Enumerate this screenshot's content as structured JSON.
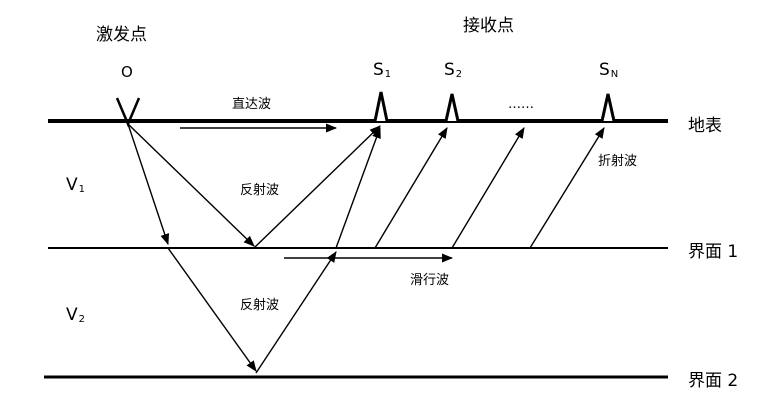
{
  "labels": {
    "source_title": "激发点",
    "receiver_title": "接收点",
    "source_mark": "O",
    "receivers": [
      {
        "main": "S",
        "sub": "1"
      },
      {
        "main": "S",
        "sub": "2"
      },
      {
        "main": "S",
        "sub": "N"
      }
    ],
    "ellipsis": "……",
    "surface": "地表",
    "interface1": "界面 1",
    "interface2": "界面 2",
    "layer1": {
      "main": "V",
      "sub": "1"
    },
    "layer2": {
      "main": "V",
      "sub": "2"
    },
    "direct_wave": "直达波",
    "reflected_wave_1": "反射波",
    "reflected_wave_2": "反射波",
    "refracted_wave": "折射波",
    "head_wave": "滑行波"
  }
}
